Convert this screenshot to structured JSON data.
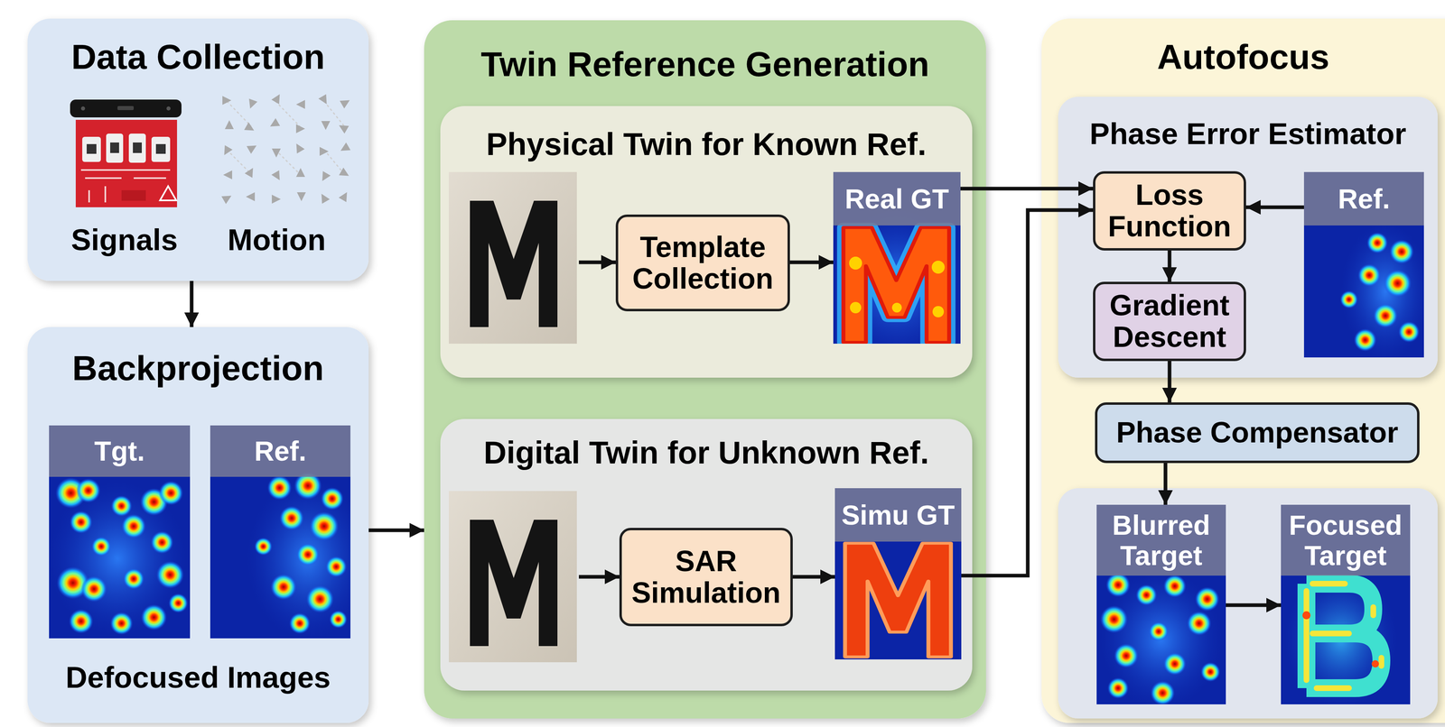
{
  "diagram": {
    "nodes": [
      {
        "text": [
          "Data Collection"
        ]
      },
      {
        "text": [
          "Backprojection",
          "Defocused Images"
        ]
      },
      {
        "text": [
          "Tgt."
        ],
        "in": 1
      },
      {
        "text": [
          "Ref."
        ],
        "in": 1
      },
      {
        "text": [
          "Twin Reference Generation"
        ]
      },
      {
        "text": [
          "Physical Twin for Known Ref."
        ],
        "in": 4
      },
      {
        "text": [
          "Template Collection"
        ],
        "in": 5
      },
      {
        "text": [
          "Real GT"
        ],
        "in": 5
      },
      {
        "text": [
          "Digital Twin for Unknown Ref."
        ],
        "in": 4
      },
      {
        "text": [
          "SAR Simulation"
        ],
        "in": 8
      },
      {
        "text": [
          "Simu GT"
        ],
        "in": 8
      },
      {
        "text": [
          "Autofocus"
        ]
      },
      {
        "text": [
          "Phase Error Estimator"
        ],
        "in": 11
      },
      {
        "text": [
          "Loss Function"
        ],
        "in": 12
      },
      {
        "text": [
          "Ref."
        ],
        "in": 12
      },
      {
        "text": [
          "Gradient Descent"
        ],
        "in": 12
      },
      {
        "text": [
          "Phase Compensator"
        ],
        "in": 11
      },
      {
        "text": [
          "Blurred Target"
        ],
        "in": 11
      },
      {
        "text": [
          "Focused Target"
        ],
        "in": 11
      }
    ],
    "edges": [
      {
        "from": 0,
        "to": 1,
        "arrow": "to"
      },
      {
        "from": 1,
        "to": 4,
        "arrow": "to"
      },
      {
        "from": 6,
        "to": 7,
        "arrow": "to"
      },
      {
        "from": 9,
        "to": 10,
        "arrow": "to"
      },
      {
        "from": 7,
        "to": 13,
        "arrow": "to"
      },
      {
        "from": 10,
        "to": 13,
        "arrow": "to"
      },
      {
        "from": 14,
        "to": 13,
        "arrow": "to"
      },
      {
        "from": 13,
        "to": 15,
        "arrow": "to"
      },
      {
        "from": 15,
        "to": 16,
        "arrow": "to"
      },
      {
        "from": 16,
        "to": 17,
        "arrow": "to"
      },
      {
        "from": 17,
        "to": 18,
        "arrow": "to"
      }
    ],
    "labels": [
      "Signals",
      "Motion"
    ]
  }
}
